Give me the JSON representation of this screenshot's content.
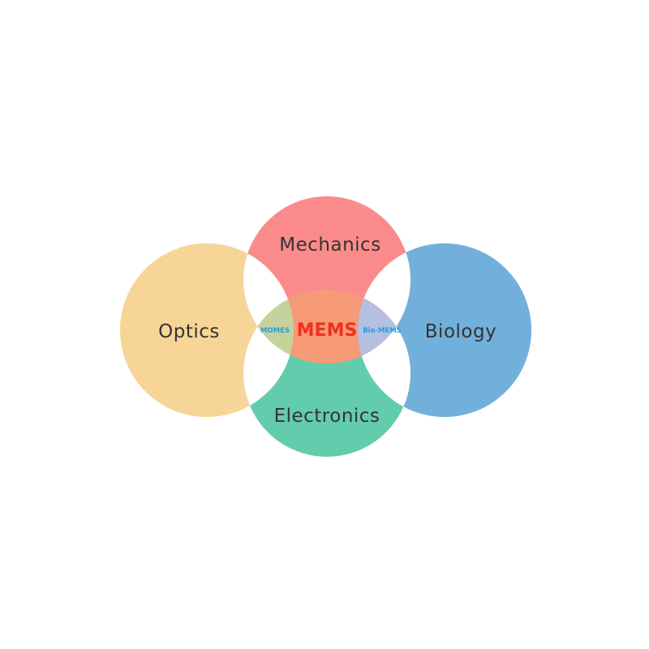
{
  "diagram": {
    "circles": {
      "optics": {
        "label": "Optics",
        "color": "#f7d596"
      },
      "mechanics": {
        "label": "Mechanics",
        "color": "#fb8b8b"
      },
      "biology": {
        "label": "Biology",
        "color": "#71b0da"
      },
      "electronics": {
        "label": "Electronics",
        "color": "#63ccac"
      }
    },
    "intersections": {
      "center": {
        "label": "MEMS",
        "color": "#f69a78",
        "text_color": "#f0301e"
      },
      "left": {
        "label": "MOMES",
        "color": "#c5d29c",
        "text_color": "#1fa2e0"
      },
      "right": {
        "label": "Bio-MEMS",
        "color": "#b5bfe0",
        "text_color": "#1fa2e0"
      }
    },
    "gap_color": "#ffffff"
  }
}
